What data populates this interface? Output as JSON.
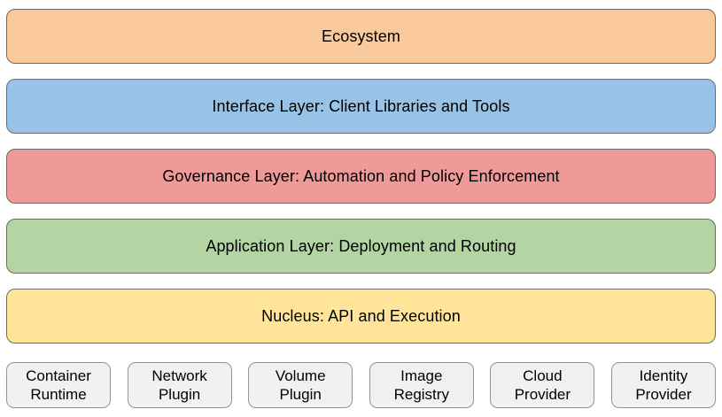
{
  "diagram": {
    "background": "#FFFFFF",
    "text_color": "#000000",
    "layers": [
      {
        "label": "Ecosystem",
        "color": "#F9C99C"
      },
      {
        "label": "Interface Layer: Client Libraries and Tools",
        "color": "#99C3E6"
      },
      {
        "label": "Governance Layer: Automation and Policy Enforcement",
        "color": "#EE9A99"
      },
      {
        "label": "Application Layer: Deployment and Routing",
        "color": "#B3D5A4"
      },
      {
        "label": "Nucleus: API and Execution",
        "color": "#FFE49A"
      }
    ],
    "providers": [
      {
        "label": "Container Runtime",
        "color": "#F1F1F1"
      },
      {
        "label": "Network Plugin",
        "color": "#F1F1F1"
      },
      {
        "label": "Volume Plugin",
        "color": "#F1F1F1"
      },
      {
        "label": "Image Registry",
        "color": "#F1F1F1"
      },
      {
        "label": "Cloud Provider",
        "color": "#F1F1F1"
      },
      {
        "label": "Identity Provider",
        "color": "#F1F1F1"
      }
    ]
  }
}
